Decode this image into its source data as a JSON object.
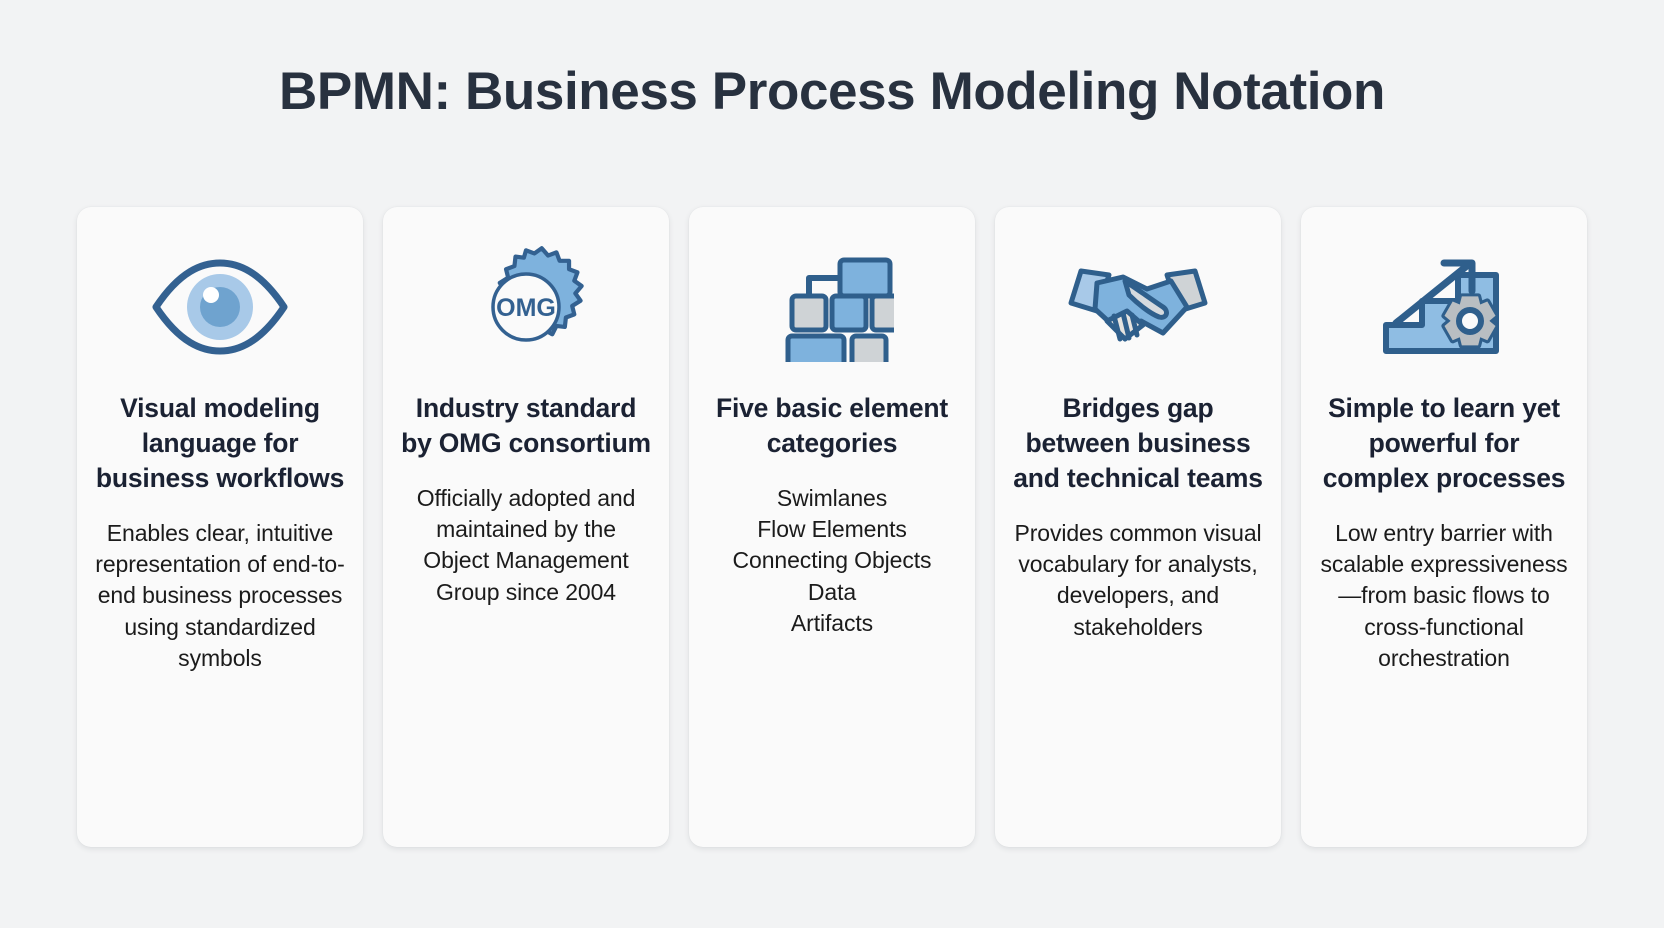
{
  "title": "BPMN: Business Process Modeling Notation",
  "colors": {
    "background": "#f2f3f4",
    "card_background": "#fafafa",
    "title_text": "#28313f",
    "heading_text": "#1b2233",
    "body_text": "#1b1b1b",
    "icon_blue_dark": "#336191",
    "icon_blue_mid": "#7eb2dd",
    "icon_blue_light": "#a8c9e8",
    "icon_gray": "#cfd3d6"
  },
  "cards": [
    {
      "icon": "eye-icon",
      "heading": "Visual modeling language for business workflows",
      "body": "Enables clear, intuitive representation of end-to-end business processes using standardized symbols"
    },
    {
      "icon": "omg-badge-icon",
      "icon_label": "OMG",
      "heading": "Industry standard by OMG consortium",
      "body": "Officially adopted and maintained by the Object Management Group since 2004"
    },
    {
      "icon": "diagram-blocks-icon",
      "heading": "Five basic element categories",
      "body": "Swimlanes\nFlow Elements\nConnecting Objects\nData\nArtifacts"
    },
    {
      "icon": "handshake-icon",
      "heading": "Bridges gap between business and technical teams",
      "body": "Provides common visual vocabulary for analysts, developers, and stakeholders"
    },
    {
      "icon": "growth-stairs-gear-icon",
      "heading": "Simple to learn yet powerful for complex processes",
      "body": "Low entry barrier with scalable expressiveness—from basic flows to cross-functional orchestration"
    }
  ]
}
